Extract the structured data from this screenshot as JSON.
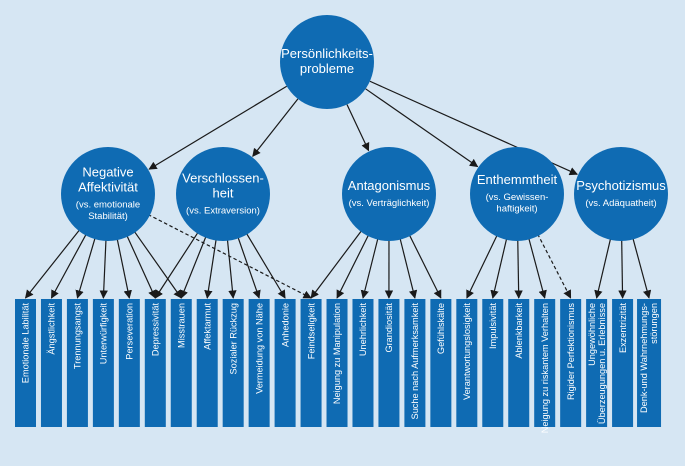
{
  "diagram": {
    "root": {
      "id": "root",
      "lines": [
        "Persönlichkeits-",
        "probleme"
      ]
    },
    "domains": [
      {
        "id": "neg",
        "title": [
          "Negative",
          "Affektivität"
        ],
        "sub": [
          "(vs. emotionale",
          "Stabilität)"
        ]
      },
      {
        "id": "ver",
        "title": [
          "Verschlossen-",
          "heit"
        ],
        "sub": [
          "(vs. Extraversion)"
        ]
      },
      {
        "id": "ant",
        "title": [
          "Antagonismus"
        ],
        "sub": [
          "(vs. Verträglichkeit)"
        ]
      },
      {
        "id": "ent",
        "title": [
          "Enthemmtheit"
        ],
        "sub": [
          "(vs. Gewissen-",
          "haftigkeit)"
        ]
      },
      {
        "id": "psy",
        "title": [
          "Psychotizismus"
        ],
        "sub": [
          "(vs. Adäquatheit)"
        ]
      }
    ],
    "facets": [
      {
        "lines": [
          "Emotionale Labilität"
        ]
      },
      {
        "lines": [
          "Ängstlichkeit"
        ]
      },
      {
        "lines": [
          "Trennungsangst"
        ]
      },
      {
        "lines": [
          "Unterwürfigkeit"
        ]
      },
      {
        "lines": [
          "Perseveration"
        ]
      },
      {
        "lines": [
          "Depressivität"
        ]
      },
      {
        "lines": [
          "Misstrauen"
        ]
      },
      {
        "lines": [
          "Affektarmut"
        ]
      },
      {
        "lines": [
          "Sozialer Rückzug"
        ]
      },
      {
        "lines": [
          "Vermeidung von Nähe"
        ]
      },
      {
        "lines": [
          "Anhedonie"
        ]
      },
      {
        "lines": [
          "Feindseligkeit"
        ]
      },
      {
        "lines": [
          "Neigung zu Manipulation"
        ]
      },
      {
        "lines": [
          "Unehrlichkeit"
        ]
      },
      {
        "lines": [
          "Grandiosität"
        ]
      },
      {
        "lines": [
          "Suche nach Aufmerksamkeit"
        ]
      },
      {
        "lines": [
          "Gefühlskälte"
        ]
      },
      {
        "lines": [
          "Verantwortungslosigkeit"
        ]
      },
      {
        "lines": [
          "Impulsivität"
        ]
      },
      {
        "lines": [
          "Ablenkbarkeit"
        ]
      },
      {
        "lines": [
          "Neigung zu riskantem Verhalten"
        ]
      },
      {
        "lines": [
          "Rigider Perfektionismus"
        ]
      },
      {
        "lines": [
          "Ungewöhnliche",
          "Überzeugungen u. Erlebnisse"
        ]
      },
      {
        "lines": [
          "Exzentrizität"
        ]
      },
      {
        "lines": [
          "Denk-und Wahrnehmungs-",
          "störungen"
        ]
      }
    ],
    "edges": [
      {
        "from": "root",
        "to": "neg",
        "style": "solid"
      },
      {
        "from": "root",
        "to": "ver",
        "style": "solid"
      },
      {
        "from": "root",
        "to": "ant",
        "style": "solid"
      },
      {
        "from": "root",
        "to": "ent",
        "style": "solid"
      },
      {
        "from": "root",
        "to": "psy",
        "style": "solid"
      },
      {
        "from": "neg",
        "to": 0,
        "style": "solid"
      },
      {
        "from": "neg",
        "to": 1,
        "style": "solid"
      },
      {
        "from": "neg",
        "to": 2,
        "style": "solid"
      },
      {
        "from": "neg",
        "to": 3,
        "style": "solid"
      },
      {
        "from": "neg",
        "to": 4,
        "style": "solid"
      },
      {
        "from": "neg",
        "to": 5,
        "style": "solid"
      },
      {
        "from": "neg",
        "to": 6,
        "style": "solid"
      },
      {
        "from": "neg",
        "to": 11,
        "style": "dashed"
      },
      {
        "from": "ver",
        "to": 5,
        "style": "solid"
      },
      {
        "from": "ver",
        "to": 6,
        "style": "solid"
      },
      {
        "from": "ver",
        "to": 7,
        "style": "solid"
      },
      {
        "from": "ver",
        "to": 8,
        "style": "solid"
      },
      {
        "from": "ver",
        "to": 9,
        "style": "solid"
      },
      {
        "from": "ver",
        "to": 10,
        "style": "solid"
      },
      {
        "from": "ant",
        "to": 11,
        "style": "solid"
      },
      {
        "from": "ant",
        "to": 12,
        "style": "solid"
      },
      {
        "from": "ant",
        "to": 13,
        "style": "solid"
      },
      {
        "from": "ant",
        "to": 14,
        "style": "solid"
      },
      {
        "from": "ant",
        "to": 15,
        "style": "solid"
      },
      {
        "from": "ant",
        "to": 16,
        "style": "solid"
      },
      {
        "from": "ent",
        "to": 17,
        "style": "solid"
      },
      {
        "from": "ent",
        "to": 18,
        "style": "solid"
      },
      {
        "from": "ent",
        "to": 19,
        "style": "solid"
      },
      {
        "from": "ent",
        "to": 20,
        "style": "solid"
      },
      {
        "from": "ent",
        "to": 21,
        "style": "dashed"
      },
      {
        "from": "psy",
        "to": 22,
        "style": "solid"
      },
      {
        "from": "psy",
        "to": 23,
        "style": "solid"
      },
      {
        "from": "psy",
        "to": 24,
        "style": "solid"
      }
    ],
    "colors": {
      "background": "#d6e6f3",
      "node": "#0f6bb3",
      "edge": "#1a1a1a",
      "text": "#ffffff"
    }
  }
}
